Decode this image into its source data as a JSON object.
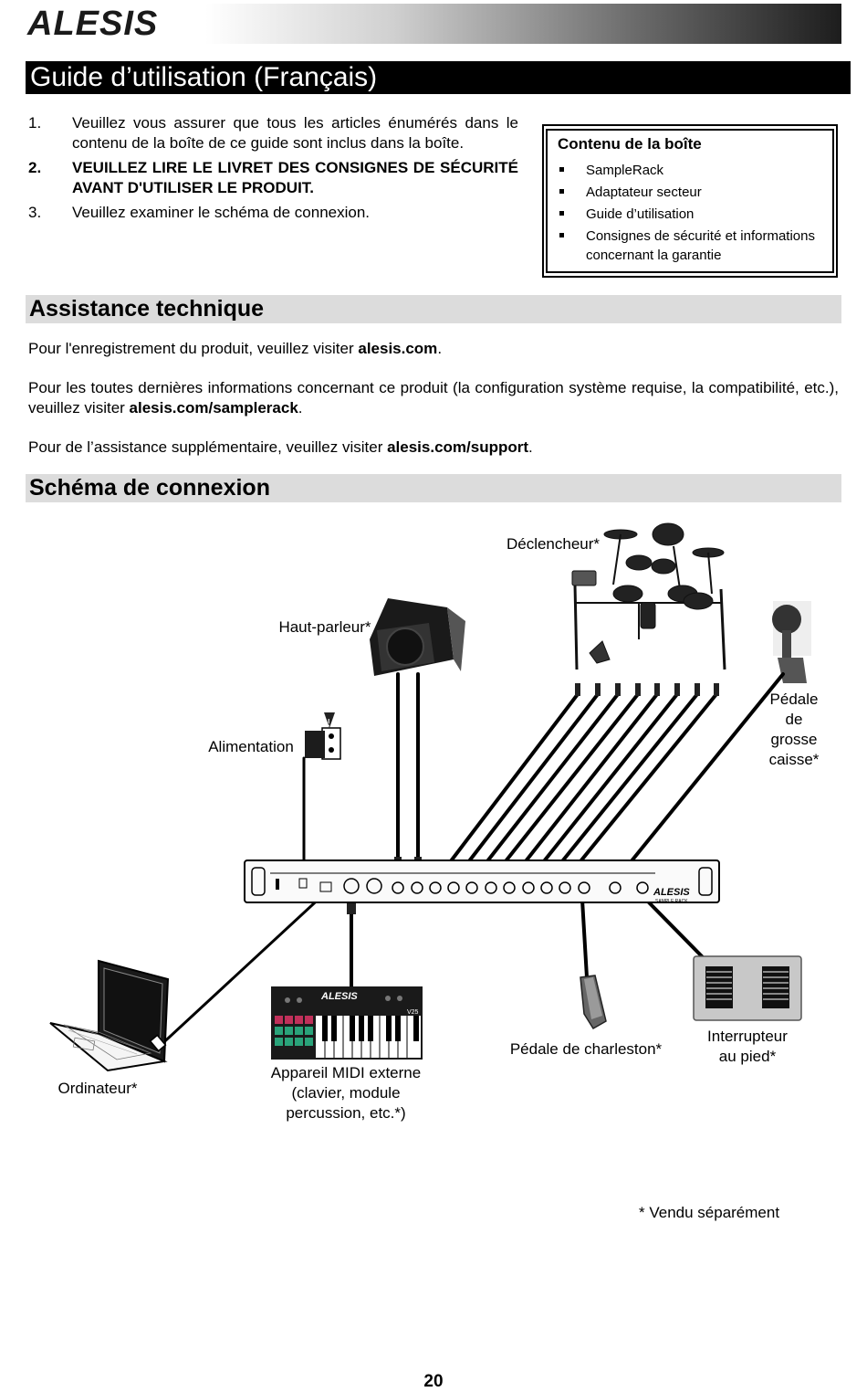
{
  "brand": "ALESIS",
  "title": "Guide d’utilisation (Français)",
  "steps": [
    {
      "num": "1.",
      "text": "Veuillez vous assurer que tous les articles énumérés dans le contenu de la boîte de ce guide sont inclus dans la boîte."
    },
    {
      "num": "2.",
      "text": "VEUILLEZ LIRE LE LIVRET DES CONSIGNES DE SÉCURITÉ AVANT D'UTILISER LE PRODUIT."
    },
    {
      "num": "3.",
      "text": "Veuillez examiner le schéma de connexion."
    }
  ],
  "box": {
    "title": "Contenu de la boîte",
    "items": [
      "SampleRack",
      "Adaptateur secteur",
      "Guide d’utilisation",
      "Consignes de sécurité et informations concernant la garantie"
    ]
  },
  "support": {
    "heading": "Assistance technique",
    "p1_text": "Pour l'enregistrement du produit, veuillez visiter ",
    "p1_link": "alesis.com",
    "p1_end": ".",
    "p2_text": "Pour les toutes dernières informations concernant ce produit (la configuration système requise, la compatibilité, etc.), veuillez visiter ",
    "p2_link": "alesis.com/samplerack",
    "p2_end": ".",
    "p3_text": "Pour de l’assistance supplémentaire, veuillez visiter ",
    "p3_link": "alesis.com/support",
    "p3_end": "."
  },
  "diagram": {
    "heading": "Schéma de connexion",
    "labels": {
      "trigger": "Déclencheur*",
      "speaker": "Haut-parleur*",
      "power": "Alimentation",
      "kick_pedal": "Pédale de grosse caisse*",
      "computer": "Ordinateur*",
      "midi_device": "Appareil MIDI externe (clavier, module percussion, etc.*)",
      "hihat_pedal": "Pédale de charleston*",
      "footswitch": "Interrupteur au pied*"
    },
    "device_brand": "ALESIS",
    "device_model": "SAMPLE RACK",
    "keyboard_brand": "ALESIS",
    "keyboard_model": "V25"
  },
  "footnote": "* Vendu séparément",
  "page_number": "20"
}
